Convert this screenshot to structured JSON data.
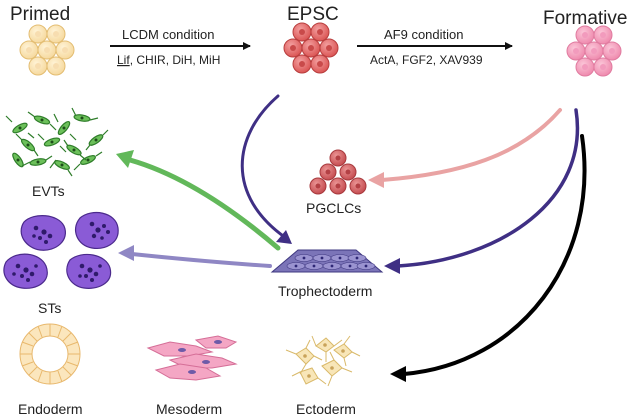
{
  "states": {
    "primed": "Primed",
    "epsc": "EPSC",
    "formative": "Formative"
  },
  "conditions": {
    "lcdm": {
      "title": "LCDM condition",
      "factors": [
        "Lif",
        "CHIR",
        "DiH",
        "MiH"
      ]
    },
    "af9": {
      "title": "AF9 condition",
      "factors": [
        "ActA",
        "FGF2",
        "XAV939"
      ]
    }
  },
  "cell_types": {
    "evts": "EVTs",
    "sts": "STs",
    "pgclcs": "PGCLCs",
    "trophectoderm": "Trophectoderm",
    "endoderm": "Endoderm",
    "mesoderm": "Mesoderm",
    "ectoderm": "Ectoderm"
  },
  "colors": {
    "primed_fill": "#fbe6b8",
    "epsc_fill": "#e57373",
    "formative_fill": "#f7a6c2",
    "pgclc_fill": "#d9666a",
    "arrow_purple": "#3f2f84",
    "arrow_green": "#62b85a",
    "arrow_lavender": "#8f87c4",
    "arrow_pink": "#e9a3a3",
    "arrow_black": "#000000"
  }
}
